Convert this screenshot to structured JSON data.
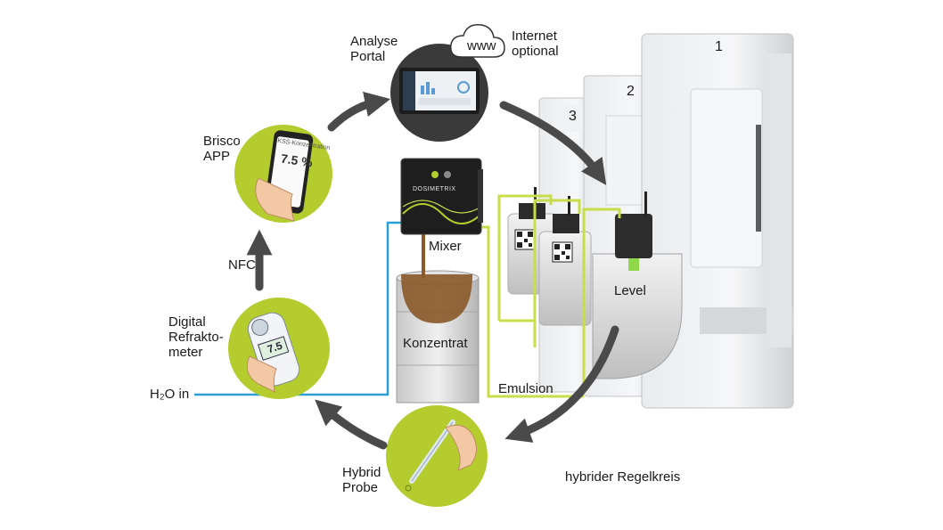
{
  "labels": {
    "analyse_portal": "Analyse\nPortal",
    "www": "www",
    "internet_optional": "Internet\noptional",
    "brisco_app": "Brisco\nAPP",
    "nfc": "NFC",
    "digital_refraktometer": "Digital\nRefrakto-\nmeter",
    "h2o_in": "H₂O in",
    "mixer": "Mixer",
    "konzentrat": "Konzentrat",
    "emulsion": "Emulsion",
    "level": "Level",
    "hybrid_probe": "Hybrid\nProbe",
    "hybrider_regelkreis": "hybrider Regelkreis",
    "machine_1": "1",
    "machine_2": "2",
    "machine_3": "3"
  },
  "devices": {
    "phone_reading": "7.5",
    "phone_unit": "%",
    "phone_header": "KSS-Konzentration",
    "refractometer_reading": "7.5",
    "mixer_brand": "DOSIMETRIX"
  },
  "colors": {
    "lime": "#b5cc2e",
    "lime_line": "#c9dd4a",
    "water_line": "#2a9fd6",
    "dark": "#3a3a3a",
    "arrow": "#4a4a4a",
    "concentrate": "#8b5a2b"
  }
}
